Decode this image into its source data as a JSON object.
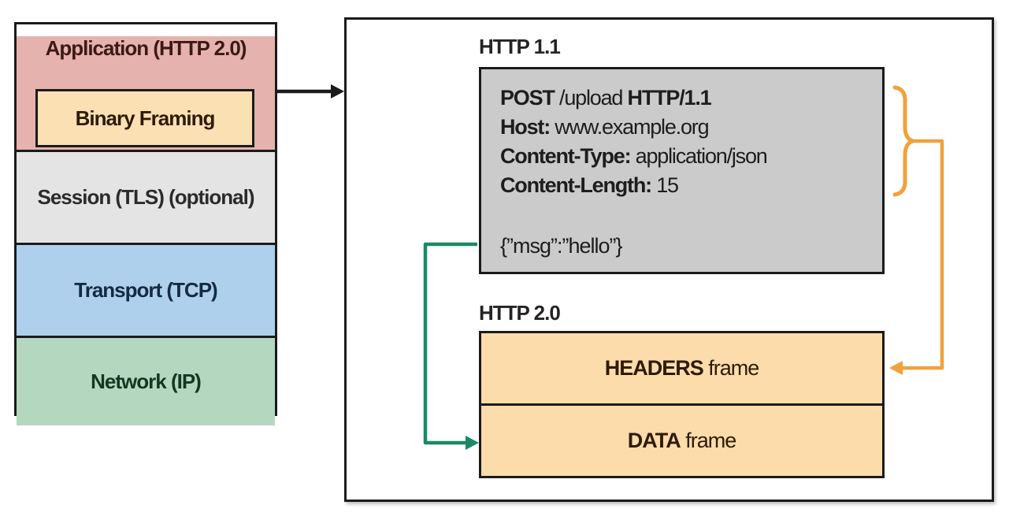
{
  "stack": {
    "app_label": "Application (HTTP 2.0)",
    "binary_label": "Binary Framing",
    "session_label": "Session (TLS) (optional)",
    "transport_label": "Transport (TCP)",
    "network_label": "Network (IP)"
  },
  "panel": {
    "http11_label": "HTTP 1.1",
    "http20_label": "HTTP 2.0",
    "request": {
      "method": "POST",
      "path": " /upload ",
      "version": "HTTP/1.1",
      "host_name": "Host:",
      "host_value": " www.example.org",
      "content_type_name": "Content-Type:",
      "content_type_value": " application/json",
      "content_length_name": "Content-Length:",
      "content_length_value": " 15",
      "body": "{”msg”:”hello”}"
    },
    "frames": {
      "headers_bold": "HEADERS",
      "headers_rest": " frame",
      "data_bold": "DATA",
      "data_rest": " frame"
    }
  },
  "icons": {
    "stack_to_panel_arrow": "black-right-arrow",
    "headers_connector": "orange-elbow-arrow-left",
    "headers_brace": "orange-curly-brace-right",
    "data_connector": "green-elbow-arrow-right"
  },
  "colors": {
    "outline": "#1b1b1b",
    "connector_green": "#1b8a63",
    "connector_orange": "#f0a23c",
    "app_bg": "#e5b2ae",
    "binary_bg": "#fbe0b4",
    "session_bg": "#e4e4e4",
    "transport_bg": "#aed0ec",
    "network_bg": "#b4d7c0",
    "request_box_bg": "#cbcbcb",
    "frames_box_bg": "#fcdcab"
  }
}
